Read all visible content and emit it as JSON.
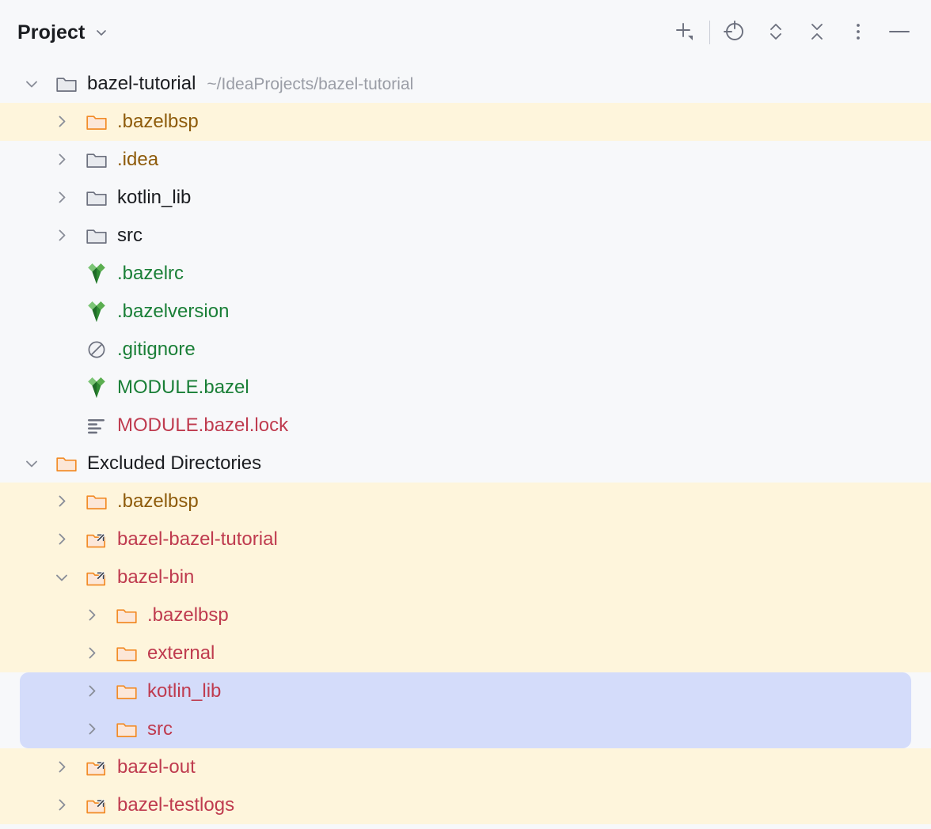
{
  "header": {
    "title": "Project",
    "title_dropdown_icon": "chevron-down-icon",
    "toolbar": [
      {
        "name": "add-new-button",
        "icon": "plus-with-dropdown-icon"
      },
      {
        "name": "separator",
        "icon": "vertical-separator"
      },
      {
        "name": "select-opened-file-button",
        "icon": "crosshair-target-icon"
      },
      {
        "name": "expand-collapse-button",
        "icon": "chevron-up-down-icon"
      },
      {
        "name": "collapse-all-button",
        "icon": "collapse-all-icon"
      },
      {
        "name": "more-options-button",
        "icon": "vertical-dots-icon"
      },
      {
        "name": "hide-panel-button",
        "icon": "minus-icon"
      }
    ]
  },
  "colors": {
    "background": "#F7F8FA",
    "excluded_background": "#FEF5DC",
    "selection": "#D4DCFA",
    "text_default": "#1B1D21",
    "text_excluded_orange": "#8E5B0B",
    "text_bazel_green": "#1A7F37",
    "text_symlink_red": "#BF3B4F",
    "folder_orange_stroke": "#F28C28",
    "folder_gray_stroke": "#6C707E"
  },
  "tree": [
    {
      "id": "bazel-tutorial",
      "label": "bazel-tutorial",
      "sublabel": "~/IdeaProjects/bazel-tutorial",
      "depth": 0,
      "twisty": "expanded",
      "icon": "folder-gray-icon",
      "color": "c-default",
      "bg": "plain"
    },
    {
      "id": "bazelbsp-root",
      "label": ".bazelbsp",
      "sublabel": "",
      "depth": 1,
      "twisty": "collapsed",
      "icon": "folder-orange-icon",
      "color": "c-orange",
      "bg": "excluded"
    },
    {
      "id": "idea",
      "label": ".idea",
      "sublabel": "",
      "depth": 1,
      "twisty": "collapsed",
      "icon": "folder-gray-icon",
      "color": "c-orange",
      "bg": "plain"
    },
    {
      "id": "kotlin-lib-root",
      "label": "kotlin_lib",
      "sublabel": "",
      "depth": 1,
      "twisty": "collapsed",
      "icon": "folder-gray-icon",
      "color": "c-default",
      "bg": "plain"
    },
    {
      "id": "src-root",
      "label": "src",
      "sublabel": "",
      "depth": 1,
      "twisty": "collapsed",
      "icon": "folder-gray-icon",
      "color": "c-default",
      "bg": "plain"
    },
    {
      "id": "bazelrc",
      "label": ".bazelrc",
      "sublabel": "",
      "depth": 1,
      "twisty": "none",
      "icon": "bazel-leaf-icon",
      "color": "c-green",
      "bg": "plain"
    },
    {
      "id": "bazelversion",
      "label": ".bazelversion",
      "sublabel": "",
      "depth": 1,
      "twisty": "none",
      "icon": "bazel-leaf-icon",
      "color": "c-green",
      "bg": "plain"
    },
    {
      "id": "gitignore",
      "label": ".gitignore",
      "sublabel": "",
      "depth": 1,
      "twisty": "none",
      "icon": "ignored-file-icon",
      "color": "c-green",
      "bg": "plain"
    },
    {
      "id": "module-bazel",
      "label": "MODULE.bazel",
      "sublabel": "",
      "depth": 1,
      "twisty": "none",
      "icon": "bazel-leaf-icon",
      "color": "c-green",
      "bg": "plain"
    },
    {
      "id": "module-bazel-lock",
      "label": "MODULE.bazel.lock",
      "sublabel": "",
      "depth": 1,
      "twisty": "none",
      "icon": "text-lines-icon",
      "color": "c-red",
      "bg": "plain"
    },
    {
      "id": "excluded-directories",
      "label": "Excluded Directories",
      "sublabel": "",
      "depth": 0,
      "twisty": "expanded",
      "icon": "folder-orange-icon",
      "color": "c-default",
      "bg": "plain"
    },
    {
      "id": "ex-bazelbsp",
      "label": ".bazelbsp",
      "sublabel": "",
      "depth": 1,
      "twisty": "collapsed",
      "icon": "folder-orange-icon",
      "color": "c-orange",
      "bg": "excluded"
    },
    {
      "id": "ex-bazel-bazel-tutorial",
      "label": "bazel-bazel-tutorial",
      "sublabel": "",
      "depth": 1,
      "twisty": "collapsed",
      "icon": "folder-symlink-icon",
      "color": "c-red",
      "bg": "excluded"
    },
    {
      "id": "ex-bazel-bin",
      "label": "bazel-bin",
      "sublabel": "",
      "depth": 1,
      "twisty": "expanded",
      "icon": "folder-symlink-icon",
      "color": "c-red",
      "bg": "excluded"
    },
    {
      "id": "bin-bazelbsp",
      "label": ".bazelbsp",
      "sublabel": "",
      "depth": 2,
      "twisty": "collapsed",
      "icon": "folder-orange-icon",
      "color": "c-red",
      "bg": "excluded"
    },
    {
      "id": "bin-external",
      "label": "external",
      "sublabel": "",
      "depth": 2,
      "twisty": "collapsed",
      "icon": "folder-orange-icon",
      "color": "c-red",
      "bg": "excluded"
    },
    {
      "id": "bin-kotlin-lib",
      "label": "kotlin_lib",
      "sublabel": "",
      "depth": 2,
      "twisty": "collapsed",
      "icon": "folder-orange-icon",
      "color": "c-red",
      "bg": "excluded",
      "selected": true
    },
    {
      "id": "bin-src",
      "label": "src",
      "sublabel": "",
      "depth": 2,
      "twisty": "collapsed",
      "icon": "folder-orange-icon",
      "color": "c-red",
      "bg": "excluded",
      "selected": true
    },
    {
      "id": "ex-bazel-out",
      "label": "bazel-out",
      "sublabel": "",
      "depth": 1,
      "twisty": "collapsed",
      "icon": "folder-symlink-icon",
      "color": "c-red",
      "bg": "excluded"
    },
    {
      "id": "ex-bazel-testlogs",
      "label": "bazel-testlogs",
      "sublabel": "",
      "depth": 1,
      "twisty": "collapsed",
      "icon": "folder-symlink-icon",
      "color": "c-red",
      "bg": "excluded"
    }
  ]
}
